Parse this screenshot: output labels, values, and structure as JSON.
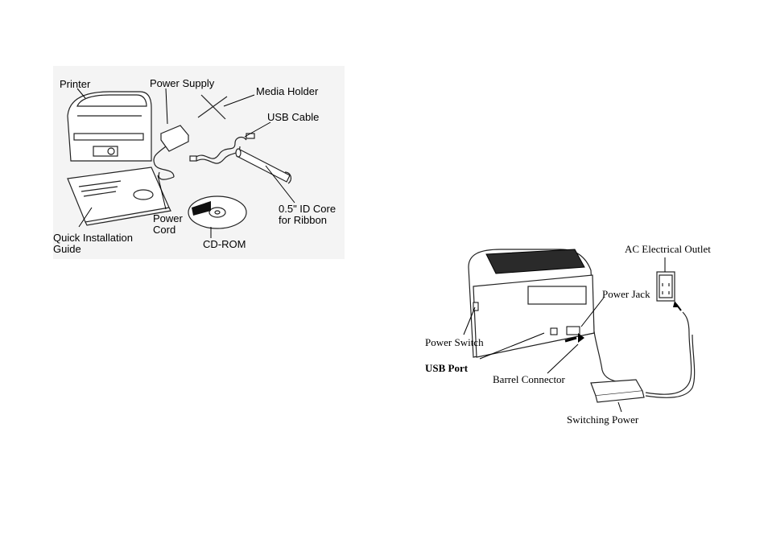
{
  "figure1": {
    "labels": {
      "printer": "Printer",
      "power_supply": "Power Supply",
      "media_holder": "Media Holder",
      "usb_cable": "USB Cable",
      "id_core_line1": "0.5\" ID Core",
      "id_core_line2": "for Ribbon",
      "power_cord_line1": "Power",
      "power_cord_line2": "Cord",
      "cd_rom": "CD-ROM",
      "quick_guide_line1": "Quick Installation",
      "quick_guide_line2": "Guide"
    }
  },
  "figure2": {
    "labels": {
      "ac_outlet": "AC Electrical Outlet",
      "power_jack": "Power Jack",
      "power_switch": "Power Switch",
      "usb_port": "USB Port",
      "barrel_connector": "Barrel Connector",
      "switching_power": "Switching Power"
    }
  }
}
